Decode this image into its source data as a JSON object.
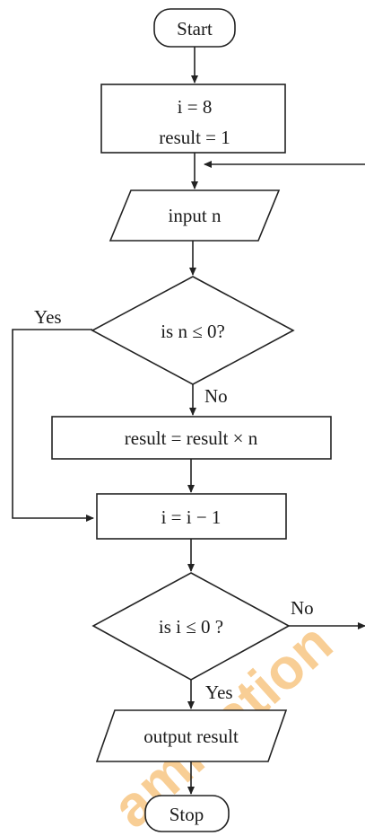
{
  "nodes": {
    "start": "Start",
    "init_i": "i = 8",
    "init_result": "result = 1",
    "input": "input n",
    "decision_n": "is n ≤ 0?",
    "multiply": "result = result × n",
    "decrement": "i = i − 1",
    "decision_i": "is i ≤ 0 ?",
    "output": "output result",
    "stop": "Stop"
  },
  "edge_labels": {
    "n_yes": "Yes",
    "n_no": "No",
    "i_no": "No",
    "i_yes": "Yes"
  },
  "watermark": {
    "text": "amination",
    "color": "#f4a73f"
  }
}
